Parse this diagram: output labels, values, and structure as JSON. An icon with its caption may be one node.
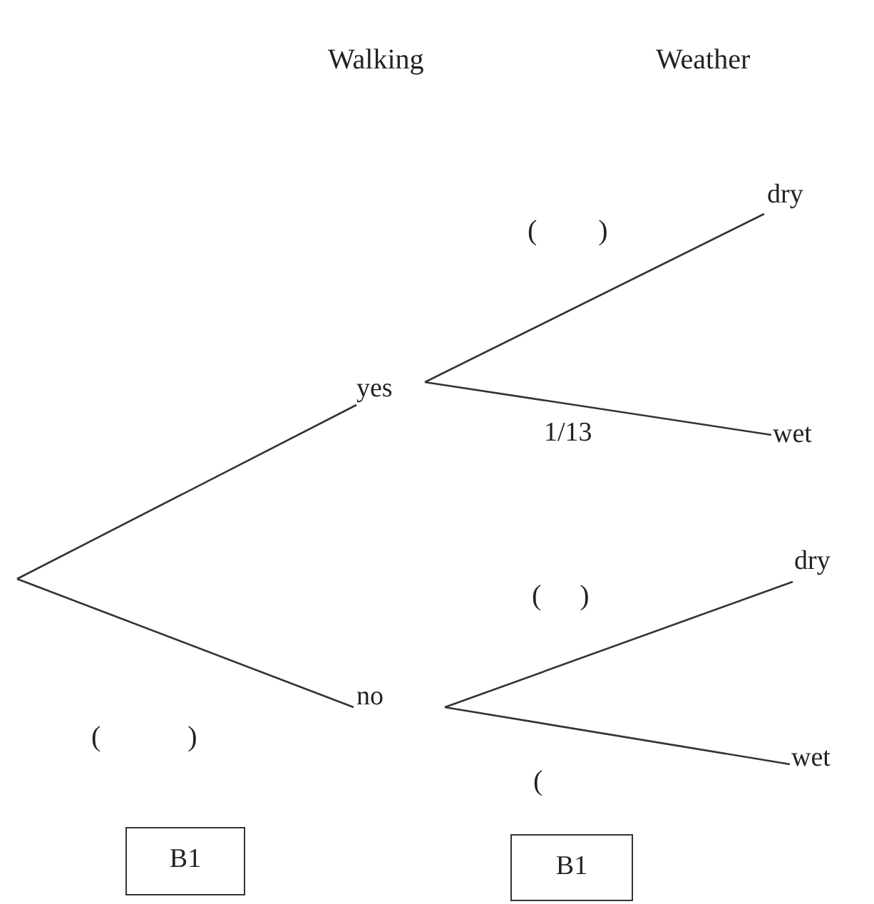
{
  "diagram": {
    "nodes": [
      {
        "text": [
          "yes"
        ]
      },
      {
        "text": [
          "no"
        ]
      },
      {
        "text": [
          "dry"
        ]
      },
      {
        "text": [
          "wet"
        ]
      },
      {
        "text": [
          "dry"
        ]
      },
      {
        "text": [
          "wet"
        ]
      },
      {
        "text": [
          "B1"
        ]
      },
      {
        "text": [
          "B1"
        ]
      }
    ],
    "edges": [
      {
        "from": null,
        "to": 0,
        "arrow": "none"
      },
      {
        "from": null,
        "to": 1,
        "arrow": "none"
      },
      {
        "from": 0,
        "to": 2,
        "arrow": "none"
      },
      {
        "from": 0,
        "to": 3,
        "arrow": "none",
        "label": "1/13"
      },
      {
        "from": 1,
        "to": 4,
        "arrow": "none"
      },
      {
        "from": 1,
        "to": 5,
        "arrow": "none"
      }
    ],
    "labels": [
      "Walking",
      "Weather",
      "( )",
      "( )",
      "( )",
      "("
    ]
  }
}
